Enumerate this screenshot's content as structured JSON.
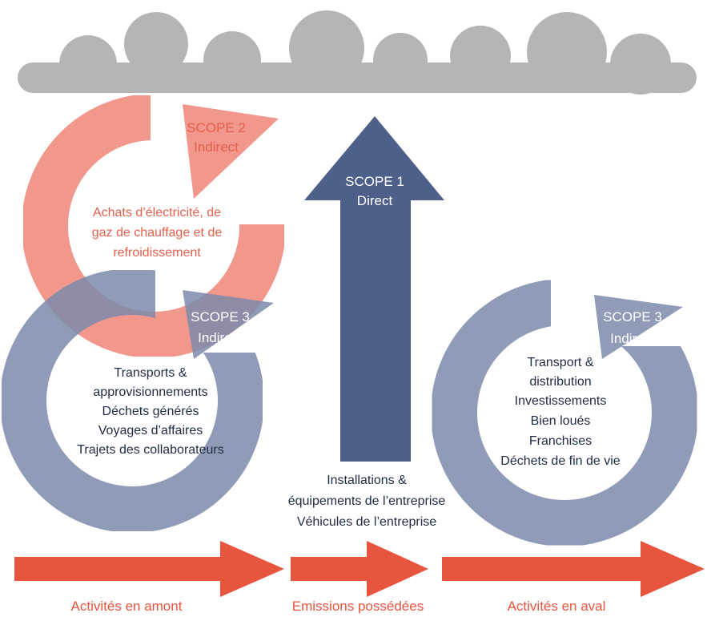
{
  "colors": {
    "cloud": "#b5b5b5",
    "scope2": "#ef8678",
    "scope2_text": "#e55f4c",
    "scope1": "#4e6089",
    "scope3": "#7d8bab",
    "arrow_bottom": "#e8553f",
    "white_text": "#ffffff",
    "dark_text": "#1f2a44"
  },
  "scope2": {
    "title": "SCOPE 2",
    "subtitle": "Indirect",
    "lines": [
      "Achats d’électricité, de",
      "gaz de chauffage et de",
      "refroidissement"
    ]
  },
  "scope1": {
    "title": "SCOPE 1",
    "subtitle": "Direct",
    "lines": [
      "Installations &",
      "équipements de l’entreprise",
      "Véhicules de l’entreprise"
    ]
  },
  "scope3_upstream": {
    "title": "SCOPE 3",
    "subtitle": "Indirect",
    "lines": [
      "Transports &",
      "approvisionnements",
      "Déchets générés",
      "Voyages d’affaires",
      "Trajets des collaborateurs"
    ]
  },
  "scope3_downstream": {
    "title": "SCOPE 3",
    "subtitle": "Indirect",
    "lines": [
      "Transport &",
      "distribution",
      "Investissements",
      "Bien loués",
      "Franchises",
      "Déchets de fin de vie"
    ]
  },
  "bottom_labels": {
    "upstream": "Activités en amont",
    "owned": "Emissions possédées",
    "downstream": "Activités en aval"
  }
}
